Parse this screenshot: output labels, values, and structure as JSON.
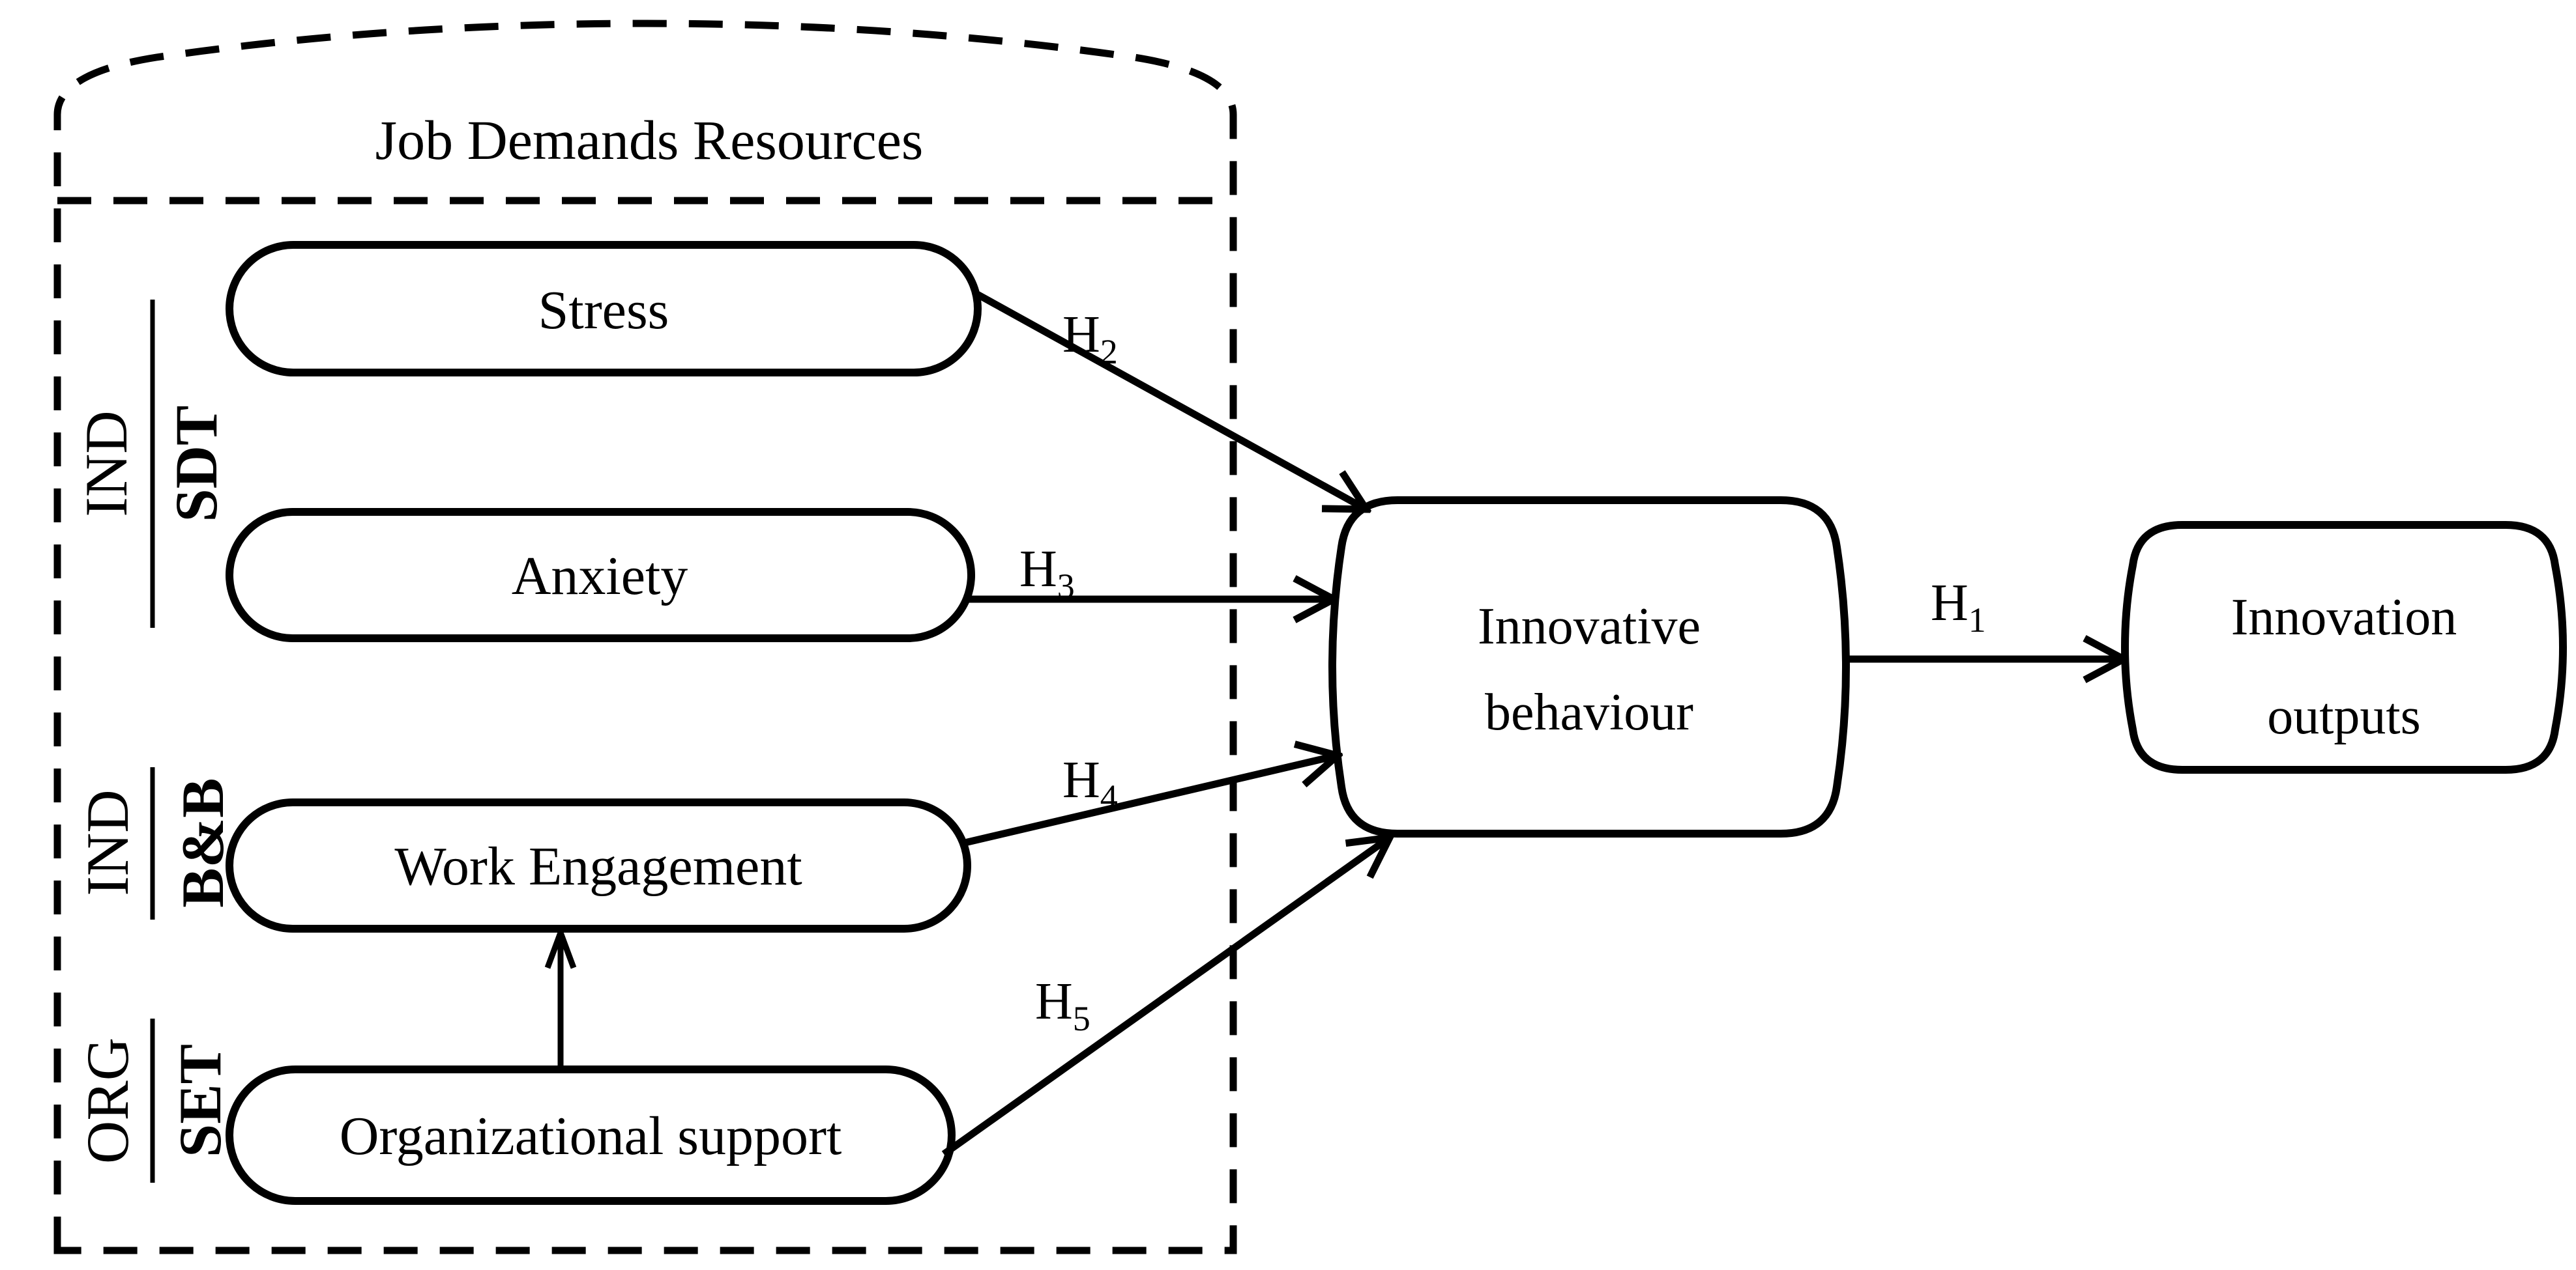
{
  "figure": {
    "title": "Job Demands Resources",
    "nodes": {
      "stress": "Stress",
      "anxiety": "Anxiety",
      "work_engagement": "Work Engagement",
      "organizational_support": "Organizational support",
      "innovative_behaviour_line1": "Innovative",
      "innovative_behaviour_line2": "behaviour",
      "innovation_outputs_line1": "Innovation",
      "innovation_outputs_line2": "outputs"
    },
    "category_labels": {
      "ind_sdt_category": "IND",
      "ind_sdt_theory": "SDT",
      "ind_bb_category": "IND",
      "ind_bb_theory": "B&B",
      "org_set_category": "ORG",
      "org_set_theory": "SET"
    },
    "hypotheses": {
      "h1": {
        "base": "H",
        "sub": "1"
      },
      "h2": {
        "base": "H",
        "sub": "2"
      },
      "h3": {
        "base": "H",
        "sub": "3"
      },
      "h4": {
        "base": "H",
        "sub": "4"
      },
      "h5": {
        "base": "H",
        "sub": "5"
      }
    },
    "colors": {
      "ink": "#000000",
      "background": "#ffffff"
    }
  }
}
